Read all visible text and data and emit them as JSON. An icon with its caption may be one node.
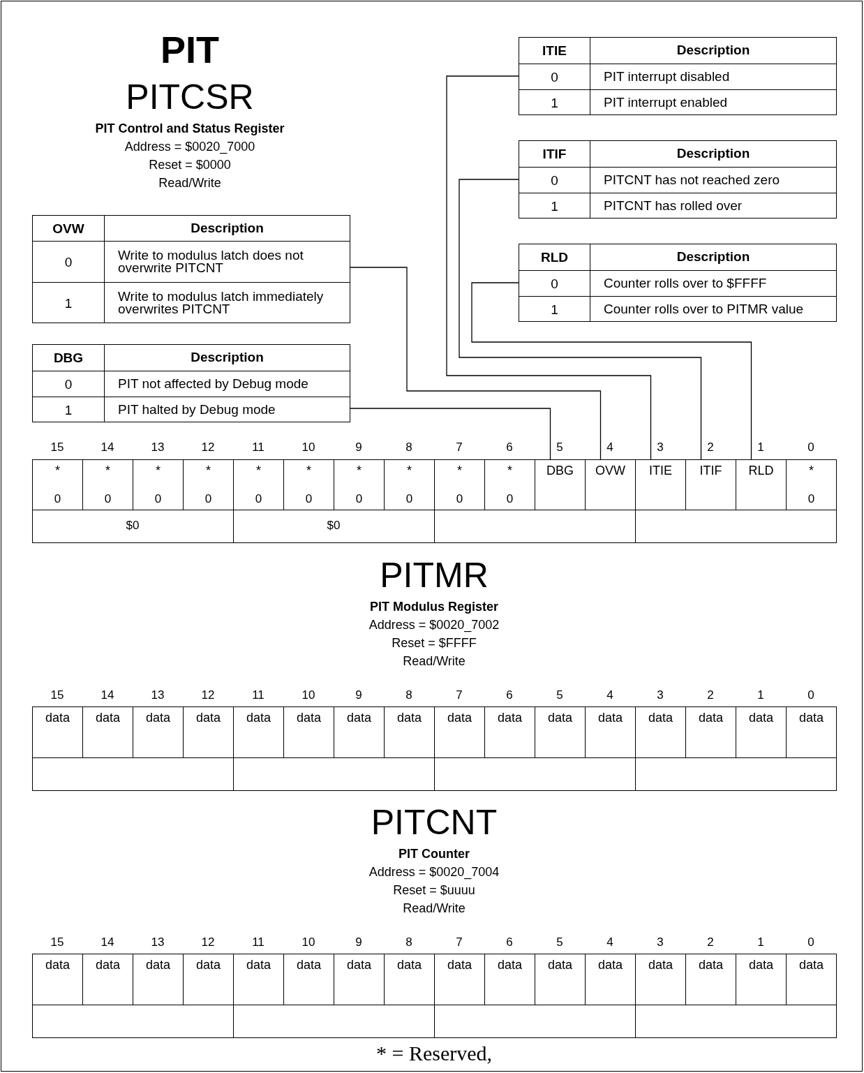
{
  "diagram": {
    "title": "PIT",
    "nodes": [
      {
        "text": [
          "OVW",
          "Description",
          "0",
          "Write to modulus latch does not overwrite PITCNT",
          "1",
          "Write to modulus latch immediately overwrites PITCNT"
        ]
      },
      {
        "text": [
          "DBG",
          "Description",
          "0",
          "PIT not affected by Debug mode",
          "1",
          "PIT halted by Debug mode"
        ]
      },
      {
        "text": [
          "ITIE",
          "Description",
          "0",
          "PIT interrupt disabled",
          "1",
          "PIT interrupt enabled"
        ]
      },
      {
        "text": [
          "ITIF",
          "Description",
          "0",
          "PITCNT has not reached zero",
          "1",
          "PITCNT has rolled over"
        ]
      },
      {
        "text": [
          "RLD",
          "Description",
          "0",
          "Counter rolls over to $FFFF",
          "1",
          "Counter rolls over to PITMR value"
        ]
      },
      {
        "text": [
          "*",
          "0"
        ]
      },
      {
        "text": [
          "*",
          "0"
        ]
      },
      {
        "text": [
          "*",
          "0"
        ]
      },
      {
        "text": [
          "*",
          "0"
        ]
      },
      {
        "text": [
          "*",
          "0"
        ]
      },
      {
        "text": [
          "*",
          "0"
        ]
      },
      {
        "text": [
          "*",
          "0"
        ]
      },
      {
        "text": [
          "*",
          "0"
        ]
      },
      {
        "text": [
          "*",
          "0"
        ]
      },
      {
        "text": [
          "*",
          "0"
        ]
      },
      {
        "text": [
          "DBG"
        ]
      },
      {
        "text": [
          "OVW"
        ]
      },
      {
        "text": [
          "ITIE"
        ]
      },
      {
        "text": [
          "ITIF"
        ]
      },
      {
        "text": [
          "RLD"
        ]
      },
      {
        "text": [
          "*",
          "0"
        ]
      },
      {
        "text": [
          "data"
        ]
      },
      {
        "text": [
          "data"
        ]
      },
      {
        "text": [
          "data"
        ]
      },
      {
        "text": [
          "data"
        ]
      },
      {
        "text": [
          "data"
        ]
      },
      {
        "text": [
          "data"
        ]
      },
      {
        "text": [
          "data"
        ]
      },
      {
        "text": [
          "data"
        ]
      },
      {
        "text": [
          "data"
        ]
      },
      {
        "text": [
          "data"
        ]
      },
      {
        "text": [
          "data"
        ]
      },
      {
        "text": [
          "data"
        ]
      },
      {
        "text": [
          "data"
        ]
      },
      {
        "text": [
          "data"
        ]
      },
      {
        "text": [
          "data"
        ]
      },
      {
        "text": [
          "data"
        ]
      },
      {
        "text": [
          "data"
        ]
      },
      {
        "text": [
          "data"
        ]
      },
      {
        "text": [
          "data"
        ]
      },
      {
        "text": [
          "data"
        ]
      },
      {
        "text": [
          "data"
        ]
      },
      {
        "text": [
          "data"
        ]
      },
      {
        "text": [
          "data"
        ]
      },
      {
        "text": [
          "data"
        ]
      },
      {
        "text": [
          "data"
        ]
      },
      {
        "text": [
          "data"
        ]
      },
      {
        "text": [
          "data"
        ]
      },
      {
        "text": [
          "data"
        ]
      },
      {
        "text": [
          "data"
        ]
      },
      {
        "text": [
          "data"
        ]
      },
      {
        "text": [
          "data"
        ]
      },
      {
        "text": [
          "data"
        ]
      }
    ],
    "edges": [
      {
        "from": 0,
        "to": 16,
        "arrow": "none"
      },
      {
        "from": 1,
        "to": 15,
        "arrow": "none"
      },
      {
        "from": 2,
        "to": 17,
        "arrow": "none"
      },
      {
        "from": 3,
        "to": 18,
        "arrow": "none"
      },
      {
        "from": 4,
        "to": 19,
        "arrow": "none"
      }
    ],
    "labels": [
      "PITCSR",
      "PIT Control and Status Register",
      "Address = $0020_7000",
      "Reset = $0000",
      "Read/Write",
      "15",
      "14",
      "13",
      "12",
      "11",
      "10",
      "9",
      "8",
      "7",
      "6",
      "5",
      "4",
      "3",
      "2",
      "1",
      "0",
      "$0",
      "$0",
      "PITMR",
      "PIT Modulus Register",
      "Address = $0020_7002",
      "Reset = $FFFF",
      "Read/Write",
      "15",
      "14",
      "13",
      "12",
      "11",
      "10",
      "9",
      "8",
      "7",
      "6",
      "5",
      "4",
      "3",
      "2",
      "1",
      "0",
      "PITCNT",
      "PIT Counter",
      "Address = $0020_7004",
      "Reset = $uuuu",
      "Read/Write",
      "15",
      "14",
      "13",
      "12",
      "11",
      "10",
      "9",
      "8",
      "7",
      "6",
      "5",
      "4",
      "3",
      "2",
      "1",
      "0",
      "* = Reserved,"
    ]
  }
}
